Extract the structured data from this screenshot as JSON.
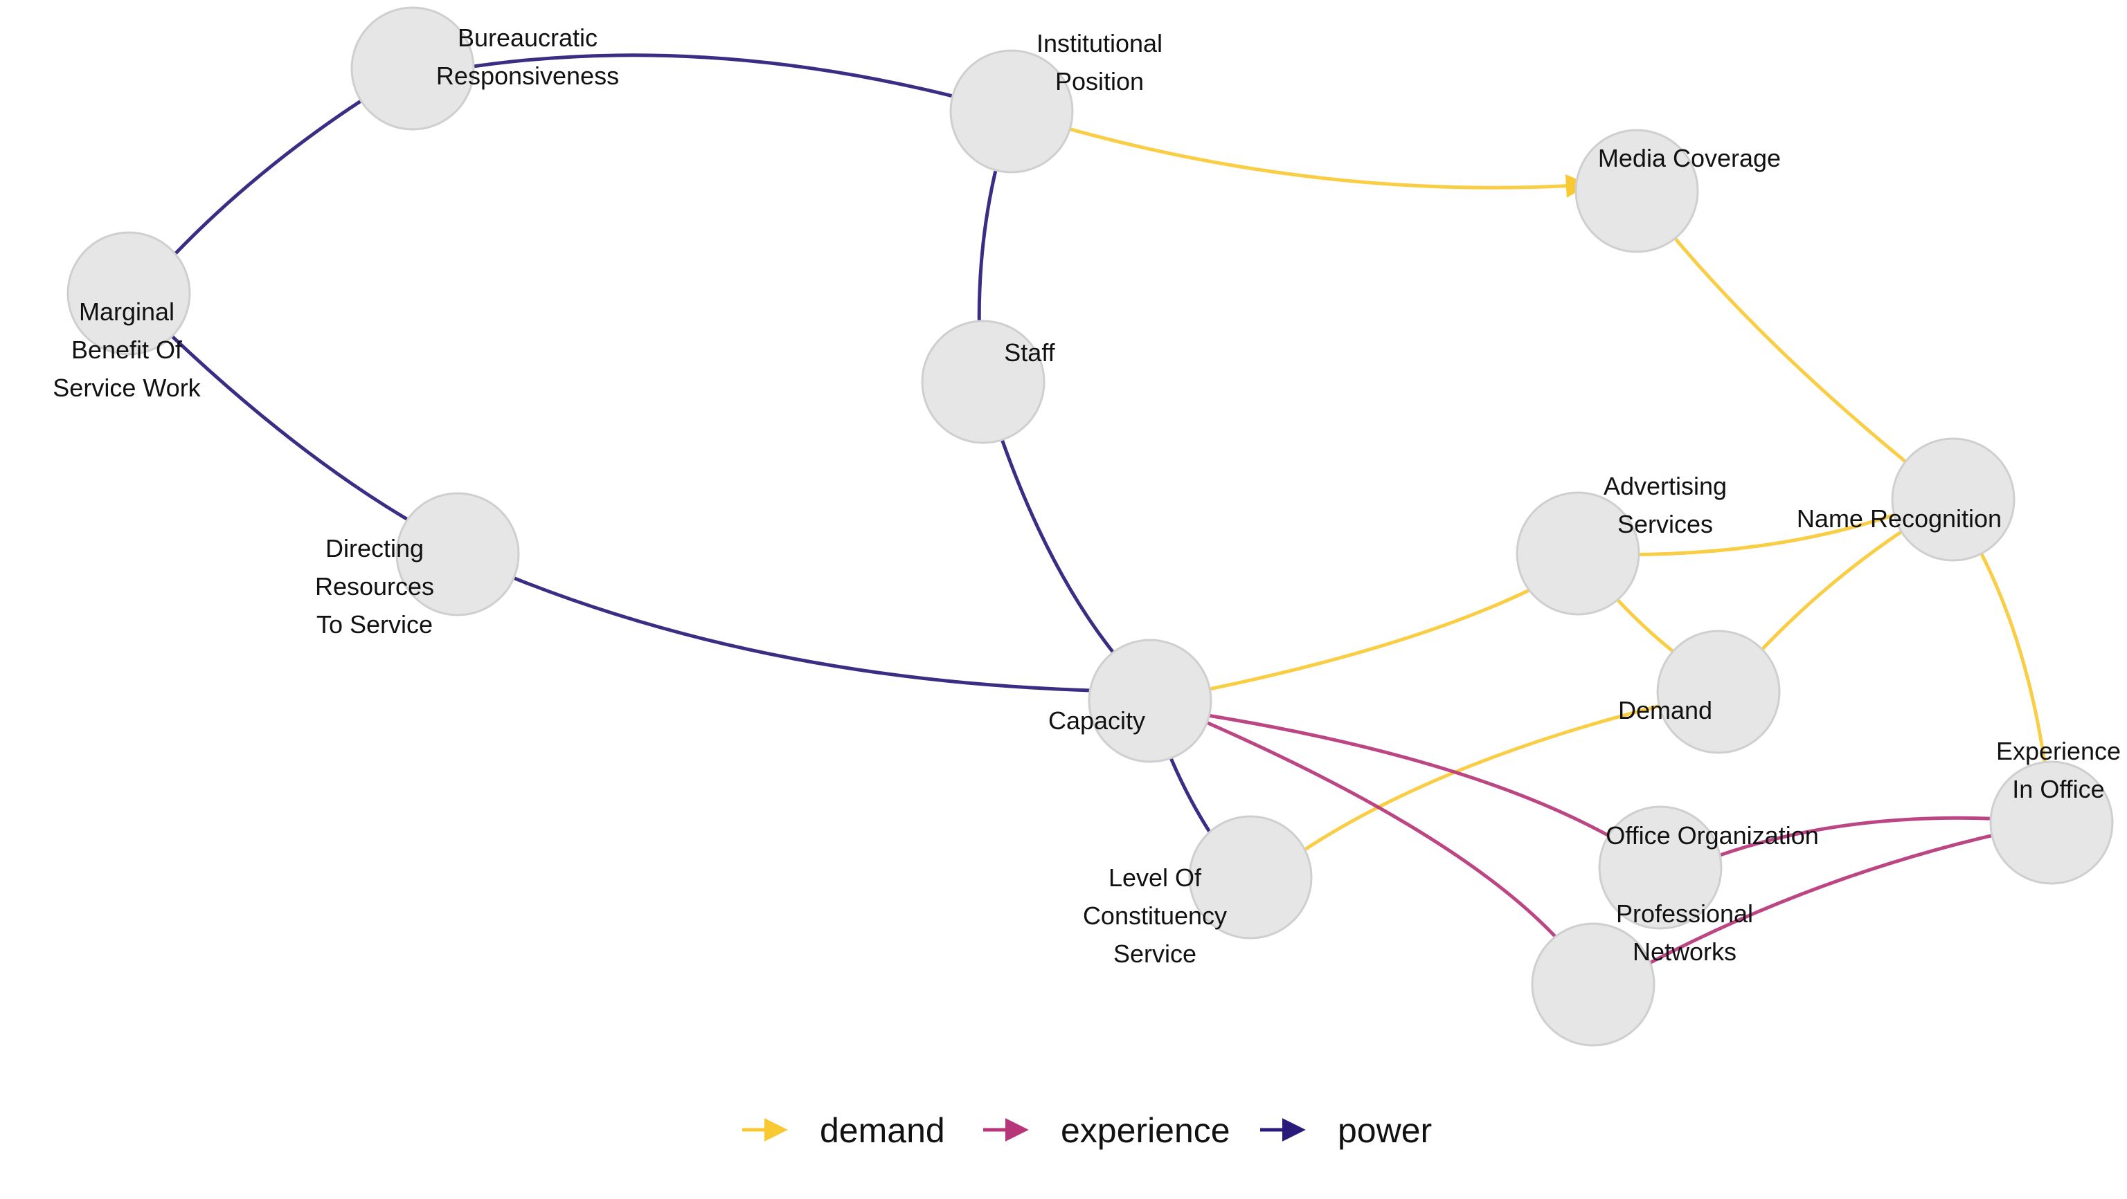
{
  "colors": {
    "demand": "#f9c934",
    "experience": "#b63679",
    "power": "#2a1a7a"
  },
  "nodes": [
    {
      "id": "bureaucratic",
      "lines": [
        "Bureaucratic",
        "Responsiveness"
      ]
    },
    {
      "id": "institutional",
      "lines": [
        "Institutional",
        "Position"
      ]
    },
    {
      "id": "media",
      "lines": [
        "Media Coverage"
      ]
    },
    {
      "id": "marginal",
      "lines": [
        "Marginal",
        "Benefit Of",
        "Service Work"
      ]
    },
    {
      "id": "staff",
      "lines": [
        "Staff"
      ]
    },
    {
      "id": "name",
      "lines": [
        "Name Recognition"
      ]
    },
    {
      "id": "advertising",
      "lines": [
        "Advertising",
        "Services"
      ]
    },
    {
      "id": "directing",
      "lines": [
        "Directing",
        "Resources",
        "To Service"
      ]
    },
    {
      "id": "demand",
      "lines": [
        "Demand"
      ]
    },
    {
      "id": "capacity",
      "lines": [
        "Capacity"
      ]
    },
    {
      "id": "experience",
      "lines": [
        "Experience",
        "In Office"
      ]
    },
    {
      "id": "office",
      "lines": [
        "Office Organization"
      ]
    },
    {
      "id": "level",
      "lines": [
        "Level Of",
        "Constituency",
        "Service"
      ]
    },
    {
      "id": "professional",
      "lines": [
        "Professional",
        "Networks"
      ]
    }
  ],
  "edges": [
    {
      "from": "institutional",
      "to": "bureaucratic",
      "type": "power"
    },
    {
      "from": "institutional",
      "to": "media",
      "type": "demand"
    },
    {
      "from": "institutional",
      "to": "staff",
      "type": "power"
    },
    {
      "from": "bureaucratic",
      "to": "marginal",
      "type": "power"
    },
    {
      "from": "marginal",
      "to": "directing",
      "type": "power"
    },
    {
      "from": "directing",
      "to": "capacity",
      "type": "power"
    },
    {
      "from": "staff",
      "to": "capacity",
      "type": "power"
    },
    {
      "from": "media",
      "to": "name",
      "type": "demand"
    },
    {
      "from": "capacity",
      "to": "advertising",
      "type": "demand"
    },
    {
      "from": "capacity",
      "to": "level",
      "type": "power"
    },
    {
      "from": "advertising",
      "to": "name",
      "type": "demand"
    },
    {
      "from": "advertising",
      "to": "demand",
      "type": "demand"
    },
    {
      "from": "name",
      "to": "demand",
      "type": "demand"
    },
    {
      "from": "demand",
      "to": "level",
      "type": "demand"
    },
    {
      "from": "experience",
      "to": "name",
      "type": "demand"
    },
    {
      "from": "experience",
      "to": "office",
      "type": "experience"
    },
    {
      "from": "experience",
      "to": "professional",
      "type": "experience"
    },
    {
      "from": "office",
      "to": "capacity",
      "type": "experience"
    },
    {
      "from": "professional",
      "to": "capacity",
      "type": "experience"
    }
  ],
  "legend": [
    {
      "type": "demand",
      "label": "demand"
    },
    {
      "type": "experience",
      "label": "experience"
    },
    {
      "type": "power",
      "label": "power"
    }
  ]
}
